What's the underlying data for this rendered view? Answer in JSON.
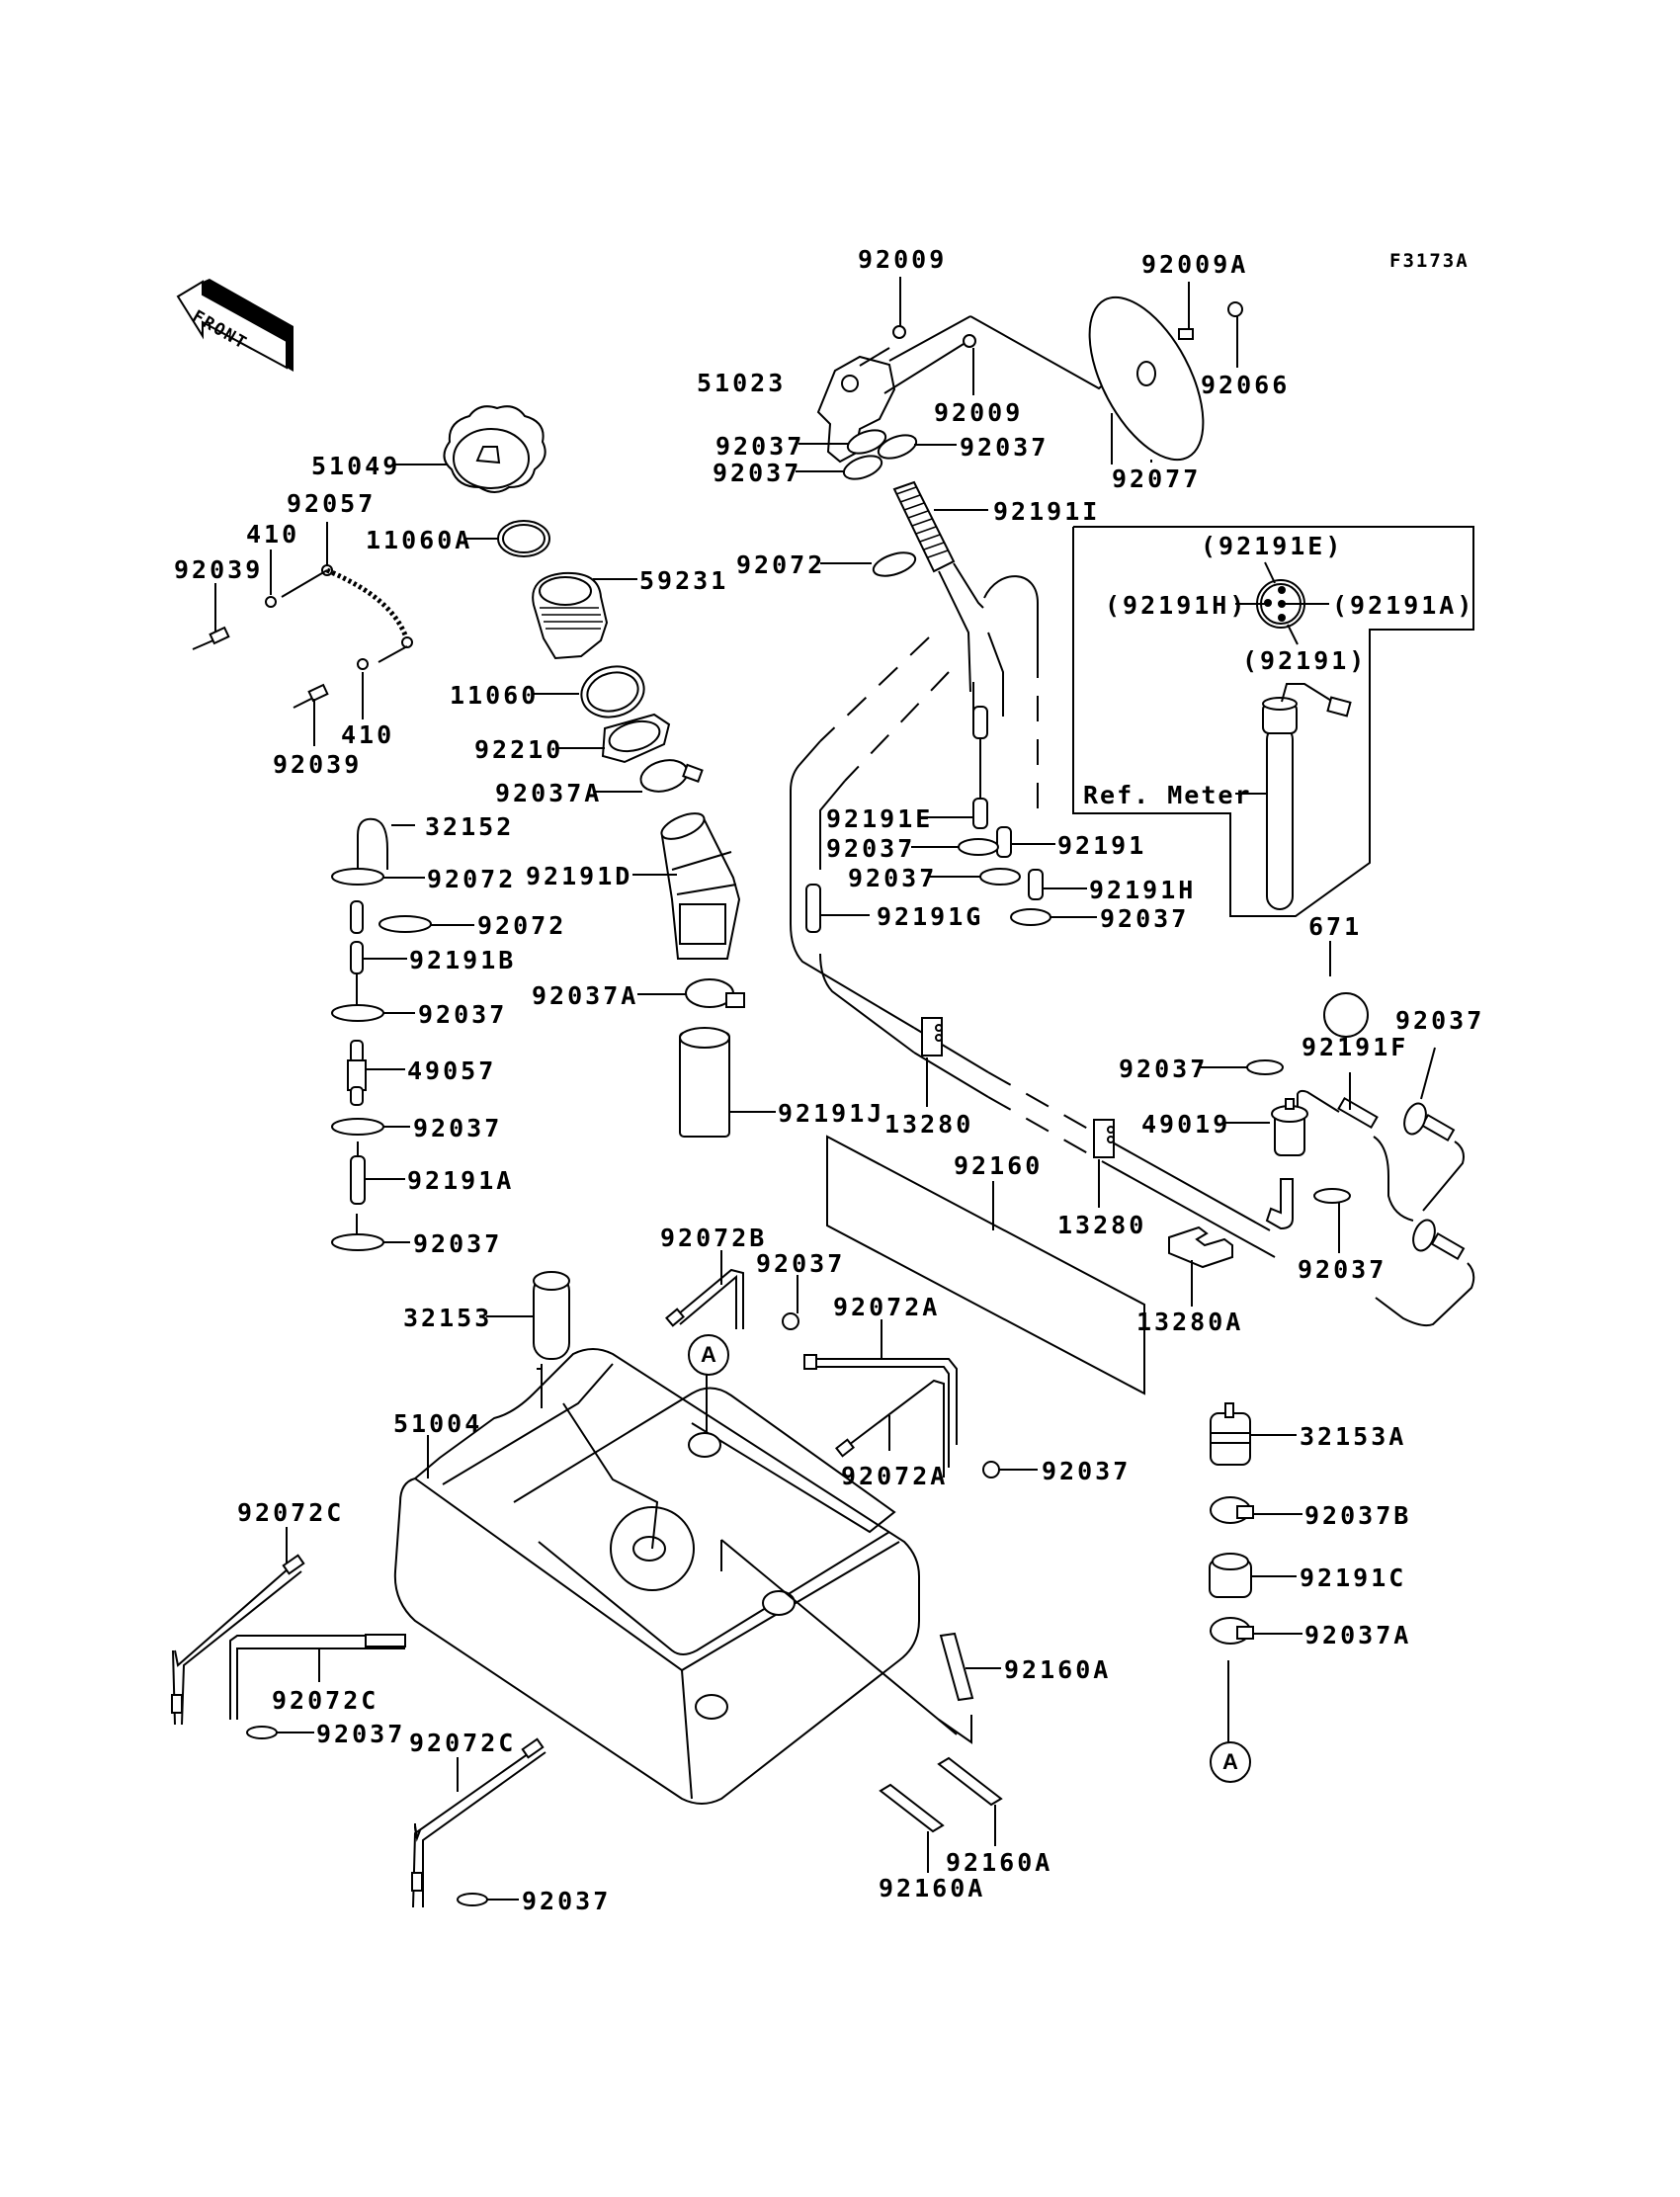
{
  "diagram": {
    "figure_code": "F3173A",
    "front_arrow_label": "FRONT",
    "ref_meter_label": "Ref. Meter",
    "connection_marker": "A",
    "inset": {
      "top": "(92191E)",
      "left": "(92191H)",
      "right": "(92191A)",
      "bottom": "(92191)"
    },
    "labels": {
      "l_92009_top": "92009",
      "l_92009a": "92009A",
      "l_51023": "51023",
      "l_92009_mid": "92009",
      "l_92066": "92066",
      "l_92037_a1": "92037",
      "l_92037_a2": "92037",
      "l_92037_a3": "92037",
      "l_92077": "92077",
      "l_51049": "51049",
      "l_92191i": "92191I",
      "l_92057": "92057",
      "l_410_top": "410",
      "l_11060a": "11060A",
      "l_92039_top": "92039",
      "l_92072_top": "92072",
      "l_59231": "59231",
      "l_11060": "11060",
      "l_410_bot": "410",
      "l_92210": "92210",
      "l_92039_bot": "92039",
      "l_92037a_top": "92037A",
      "l_32152": "32152",
      "l_92191e": "92191E",
      "l_92191": "92191",
      "l_92037_b1": "92037",
      "l_92072_l1": "92072",
      "l_92191d": "92191D",
      "l_92037_b2": "92037",
      "l_92191h": "92191H",
      "l_92191g": "92191G",
      "l_92037_b3": "92037",
      "l_92072_l2": "92072",
      "l_92191b": "92191B",
      "l_671": "671",
      "l_92037a_mid": "92037A",
      "l_92037_l1": "92037",
      "l_92037_r1": "92037",
      "l_92191f": "92191F",
      "l_49057": "49057",
      "l_92037_r2": "92037",
      "l_92191j": "92191J",
      "l_13280_a": "13280",
      "l_49019": "49019",
      "l_92037_l2": "92037",
      "l_92160": "92160",
      "l_92191a": "92191A",
      "l_13280_b": "13280",
      "l_92037_l3": "92037",
      "l_92072b": "92072B",
      "l_92037_c1": "92037",
      "l_92037_r3": "92037",
      "l_32153": "32153",
      "l_92072a_top": "92072A",
      "l_13280a": "13280A",
      "l_51004": "51004",
      "l_32153a": "32153A",
      "l_92072a_bot": "92072A",
      "l_92037_c2": "92037",
      "l_92072c_1": "92072C",
      "l_92037b": "92037B",
      "l_92191c": "92191C",
      "l_92037a_bot": "92037A",
      "l_92160a_1": "92160A",
      "l_92072c_2": "92072C",
      "l_92037_d1": "92037",
      "l_92072c_3": "92072C",
      "l_92160a_2": "92160A",
      "l_92160a_3": "92160A",
      "l_92037_d2": "92037"
    }
  }
}
